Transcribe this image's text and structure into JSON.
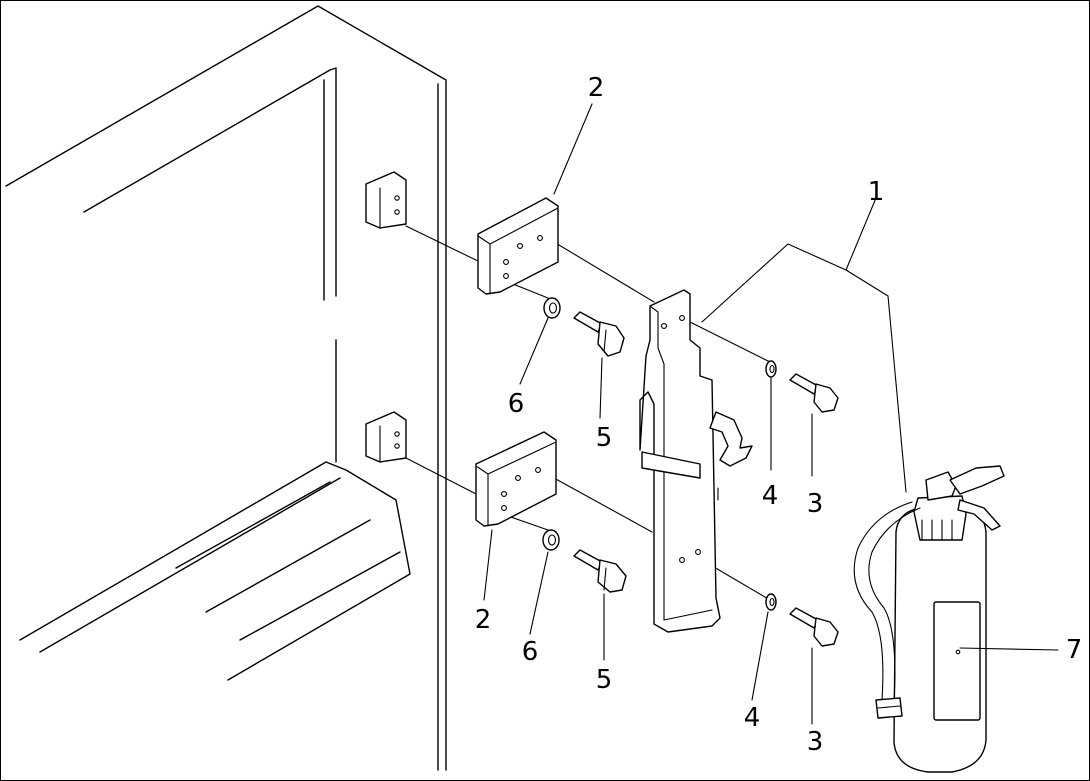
{
  "diagram": {
    "callouts": {
      "extinguisher": "1",
      "bracket_upper": "2",
      "bracket_lower": "2",
      "bolt_right_upper": "3",
      "bolt_right_lower": "3",
      "washer_right_upper": "4",
      "washer_right_lower": "4",
      "bolt_left_upper": "5",
      "bolt_left_lower": "5",
      "washer_left_upper": "6",
      "washer_left_lower": "6",
      "label_plate": "7"
    }
  },
  "colors": {
    "line": "#000000",
    "background": "#ffffff"
  }
}
